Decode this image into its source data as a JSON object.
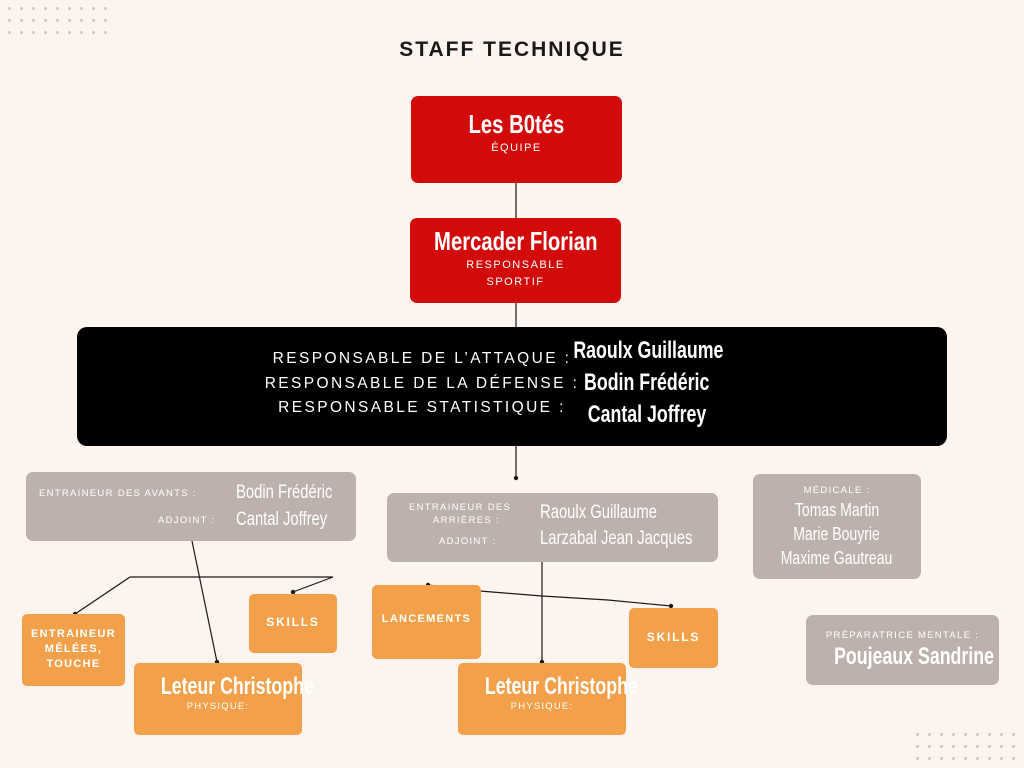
{
  "title": "STAFF TECHNIQUE",
  "team": {
    "name": "Les B0tés",
    "role": "ÉQUIPE"
  },
  "head": {
    "name": "Mercader Florian",
    "role_line1": "RESPONSABLE",
    "role_line2": "SPORTIF"
  },
  "responsables": {
    "roles": [
      "RESPONSABLE DE L’ATTAQUE :",
      "RESPONSABLE DE LA DÉFENSE :",
      "RESPONSABLE STATISTIQUE :"
    ],
    "names": [
      "Raoulx Guillaume",
      "Bodin Frédéric",
      "Cantal Joffrey"
    ]
  },
  "avants": {
    "label1": "ENTRAINEUR DES AVANTS :",
    "name1": "Bodin Frédéric",
    "label2": "ADJOINT :",
    "name2": "Cantal Joffrey"
  },
  "arrieres": {
    "label1_line1": "ENTRAINEUR DES",
    "label1_line2": "ARRIÈRES :",
    "name1": "Raoulx Guillaume",
    "label2": "ADJOINT :",
    "name2": "Larzabal Jean Jacques"
  },
  "medicale": {
    "label": "MÉDICALE :",
    "names": [
      "Tomas Martin",
      "Marie Bouyrie",
      "Maxime Gautreau"
    ]
  },
  "mentale": {
    "label": "PRÉPARATRICE MENTALE :",
    "name": "Poujeaux Sandrine"
  },
  "left_branch": {
    "melees": [
      "ENTRAINEUR",
      "MÊLÉES,",
      "TOUCHE"
    ],
    "skills": "SKILLS",
    "physique_name": "Leteur Christophe",
    "physique_role": "PHYSIQUE:"
  },
  "right_branch": {
    "lancements": "LANCEMENTS",
    "skills": "SKILLS",
    "physique_name": "Leteur Christophe",
    "physique_role": "PHYSIQUE:"
  },
  "colors": {
    "red": "#d20a0a",
    "black": "#000000",
    "gray": "#bdb1ad",
    "orange": "#f3a04a",
    "background": "#fdf3ef"
  }
}
